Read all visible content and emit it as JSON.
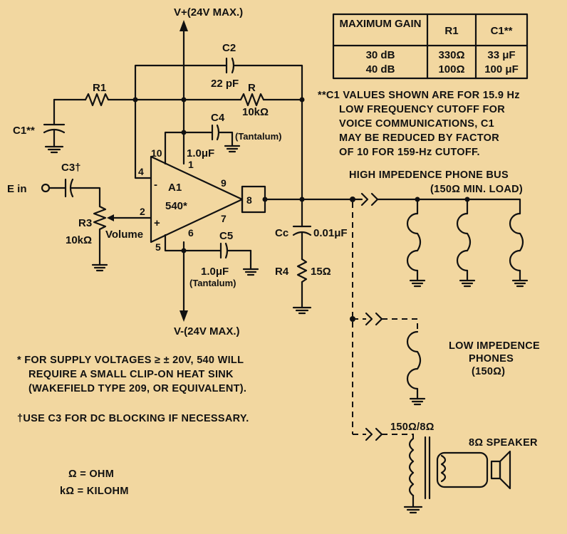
{
  "supply": {
    "vplus": "V+(24V MAX.)",
    "vminus": "V-(24V MAX.)"
  },
  "components": {
    "c2": "C2",
    "c2_val": "22 pF",
    "r1": "R1",
    "r": "R",
    "r_val": "10kΩ",
    "c1": "C1**",
    "c4": "C4",
    "c4_val": "1.0μF",
    "c4_type": "(Tantalum)",
    "c3": "C3†",
    "ein": "E in",
    "r3": "R3",
    "r3_val": "10kΩ",
    "volume": "Volume",
    "amp_name": "A1",
    "amp_part": "540*",
    "c5": "C5",
    "c5_val": "1.0μF",
    "c5_type": "(Tantalum)",
    "cc": "Cc",
    "cc_val": "0.01μF",
    "r4": "R4",
    "r4_val": "15Ω"
  },
  "pins": {
    "p10": "10",
    "p1": "1",
    "p4": "4",
    "p9": "9",
    "p8": "8",
    "p2": "2",
    "p7": "7",
    "p5": "5",
    "p6": "6",
    "minus": "-",
    "plus": "+"
  },
  "table": {
    "headers": [
      "MAXIMUM GAIN",
      "R1",
      "C1**"
    ],
    "rows": [
      [
        "30 dB",
        "330Ω",
        "33 μF"
      ],
      [
        "40 dB",
        "100Ω",
        "100 μF"
      ]
    ]
  },
  "notes": {
    "c1_note": [
      "**C1 VALUES SHOWN ARE FOR 15.9 Hz",
      "LOW FREQUENCY CUTOFF FOR",
      "VOICE COMMUNICATIONS, C1",
      "MAY BE REDUCED BY FACTOR",
      "OF 10 FOR 159-Hz CUTOFF."
    ],
    "heat_sink": [
      "* FOR SUPPLY VOLTAGES ≥ ± 20V, 540 WILL",
      "REQUIRE A SMALL CLIP-ON HEAT SINK",
      "(WAKEFIELD TYPE 209, OR EQUIVALENT)."
    ],
    "dc_block": "†USE C3 FOR DC BLOCKING IF NECESSARY.",
    "ohm": "Ω = OHM",
    "kilohm": "kΩ = KILOHM"
  },
  "outputs": {
    "phone_bus": "HIGH IMPEDENCE PHONE BUS",
    "phone_bus_load": "(150Ω MIN. LOAD)",
    "low_imp": [
      "LOW IMPEDENCE",
      "PHONES",
      "(150Ω)"
    ],
    "transformer": "150Ω/8Ω",
    "speaker": "8Ω SPEAKER"
  }
}
